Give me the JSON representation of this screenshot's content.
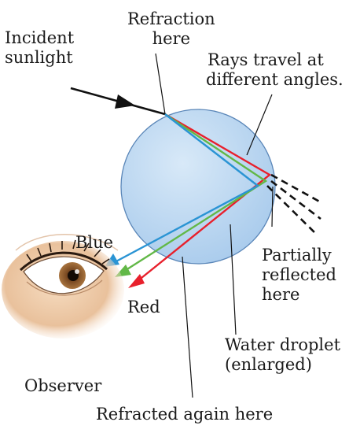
{
  "labels": {
    "incident": [
      "Incident",
      "sunlight"
    ],
    "refraction": [
      "Refraction",
      "here"
    ],
    "rays": [
      "Rays travel at",
      "different angles."
    ],
    "partially": [
      "Partially",
      "reflected",
      "here"
    ],
    "blue": "Blue",
    "red": "Red",
    "water": [
      "Water droplet",
      "(enlarged)"
    ],
    "observer": "Observer",
    "refracted_again": "Refracted again here"
  },
  "colors": {
    "droplet_fill": "#bcd8f2",
    "droplet_stroke": "#5a86b8",
    "red_ray": "#e8202c",
    "green_ray": "#62b847",
    "blue_ray": "#2a94d4",
    "text": "#1a1a1a"
  },
  "icons": {
    "eye": "eye-illustration"
  }
}
